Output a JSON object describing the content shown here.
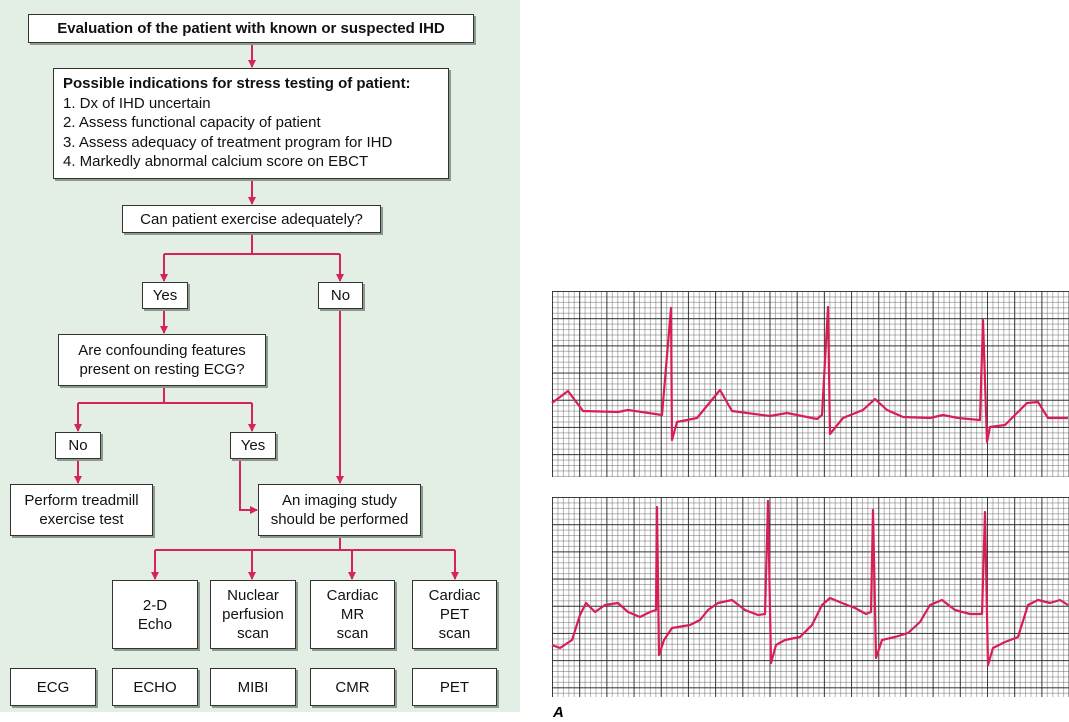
{
  "flowchart": {
    "title": "Evaluation of the patient with known or suspected IHD",
    "indications": {
      "heading": "Possible indications for stress testing of patient:",
      "items": [
        "1. Dx of IHD uncertain",
        "2. Assess functional capacity of patient",
        "3. Assess adequacy of treatment program for IHD",
        "4. Markedly abnormal calcium score on EBCT"
      ]
    },
    "question1": "Can patient exercise adequately?",
    "yes1": "Yes",
    "no1": "No",
    "question2": "Are confounding features present on resting ECG?",
    "no2": "No",
    "yes2": "Yes",
    "treadmill": "Perform treadmill exercise test",
    "imaging": "An imaging study should be performed",
    "options": [
      "2-D Echo",
      "Nuclear perfusion scan",
      "Cardiac MR scan",
      "Cardiac PET scan"
    ],
    "abbreviations": [
      "ECG",
      "ECHO",
      "MIBI",
      "CMR",
      "PET"
    ],
    "line_color": "#d6245a"
  },
  "ecg": {
    "panel_label": "A",
    "trace_color": "#d81e55"
  }
}
